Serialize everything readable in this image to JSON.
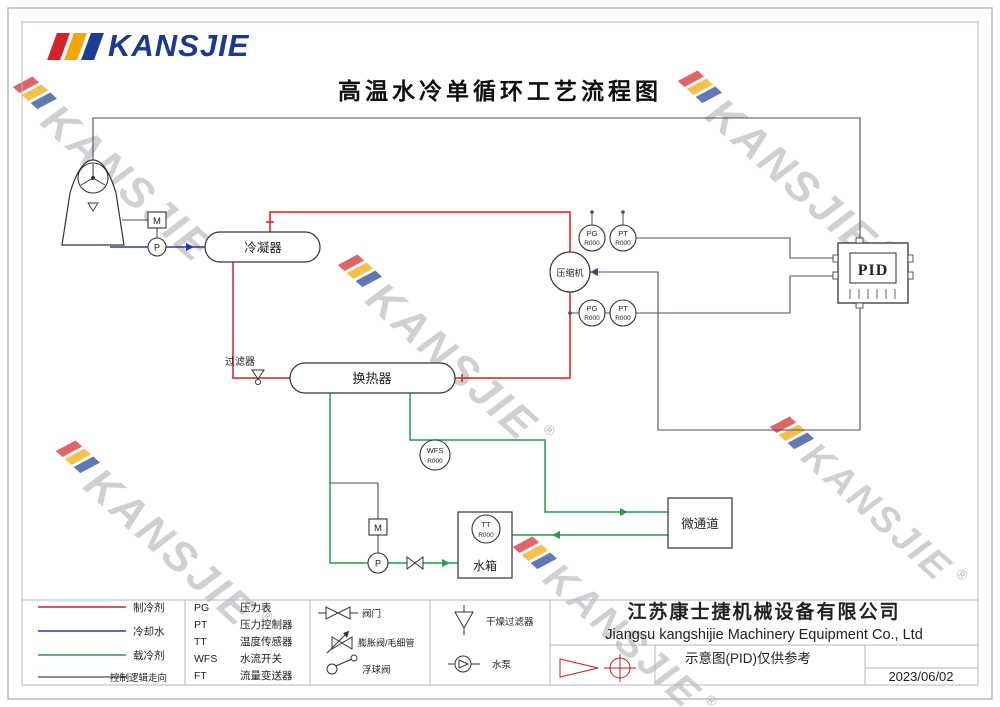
{
  "brand": {
    "name": "KANSJIE",
    "registered": "®"
  },
  "page": {
    "title": "高温水冷单循环工艺流程图"
  },
  "diagram": {
    "condenser": "冷凝器",
    "heat_exchanger": "换热器",
    "compressor": "压缩机",
    "filter": "过滤器",
    "water_tank": "水箱",
    "microchannel": "微通道",
    "pid": "PID",
    "motor": "M",
    "pump": "P",
    "inst_pg": {
      "l1": "PG",
      "l2": "R000"
    },
    "inst_pt": {
      "l1": "PT",
      "l2": "R000"
    },
    "inst_wfs": {
      "l1": "WFS",
      "l2": "R000"
    },
    "inst_tt": {
      "l1": "TT",
      "l2": "R000"
    }
  },
  "legend": {
    "lines": [
      {
        "label": "制冷剂",
        "color": "#cc2222"
      },
      {
        "label": "冷却水",
        "color": "#2233cc"
      },
      {
        "label": "载冷剂",
        "color": "#1fa04a"
      },
      {
        "label": "控制逻辑走向",
        "color": "#44505e"
      }
    ],
    "abbreviations": [
      {
        "abbr": "PG",
        "meaning": "压力表"
      },
      {
        "abbr": "PT",
        "meaning": "压力控制器"
      },
      {
        "abbr": "TT",
        "meaning": "温度传感器"
      },
      {
        "abbr": "WFS",
        "meaning": "水流开关"
      },
      {
        "abbr": "FT",
        "meaning": "流量变送器"
      }
    ],
    "symbols": [
      {
        "label": "阀门"
      },
      {
        "label": "膨胀阀/毛细管"
      },
      {
        "label": "浮球阀"
      },
      {
        "label": "干燥过滤器"
      },
      {
        "label": "水泵"
      }
    ]
  },
  "title_block": {
    "company_cn": "江苏康士捷机械设备有限公司",
    "company_en": "Jiangsu kangshijie Machinery Equipment Co., Ltd",
    "note": "示意图(PID)仅供参考",
    "date": "2023/06/02",
    "accent_color": "#dfae10"
  }
}
